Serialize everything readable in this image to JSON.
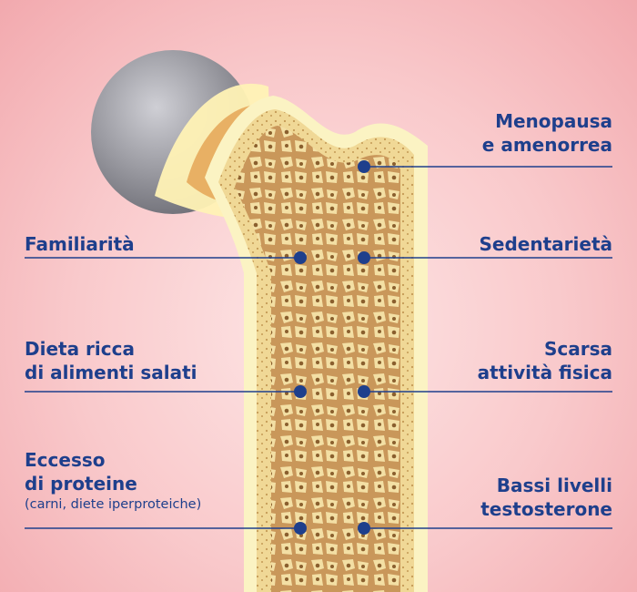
{
  "labels": {
    "menopausa": {
      "line1": "Menopausa",
      "line2": "e amenorrea"
    },
    "familiarita": {
      "line1": "Familiarità"
    },
    "sedentarieta": {
      "line1": "Sedentarietà"
    },
    "dieta": {
      "line1": "Dieta ricca",
      "line2": "di alimenti salati"
    },
    "scarsa": {
      "line1": "Scarsa",
      "line2": "attività fisica"
    },
    "eccesso": {
      "line1": "Eccesso",
      "line2": "di proteine",
      "note": "(carni, diete iperproteiche)"
    },
    "bassi": {
      "line1": "Bassi livelli",
      "line2": "testosterone"
    }
  },
  "colors": {
    "text": "#1e3f8c",
    "line": "#1e3f8c",
    "bone_outer": "#f6e9b0",
    "bone_pore": "#b7864a",
    "femoral_head": "#8e8e95"
  }
}
